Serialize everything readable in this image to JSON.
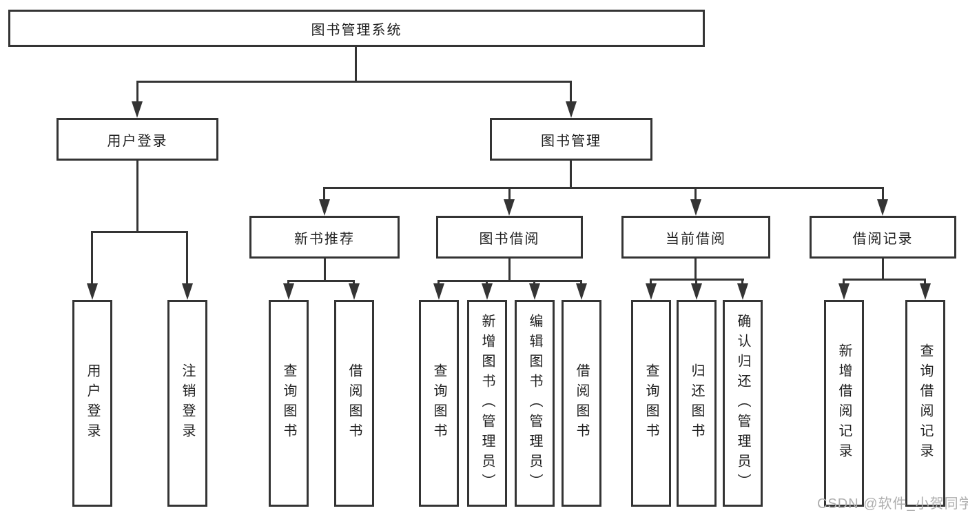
{
  "tree": {
    "root": {
      "label": "图书管理系统",
      "children": [
        {
          "label": "用户登录",
          "children": [
            {
              "label": "用户登录"
            },
            {
              "label": "注销登录"
            }
          ]
        },
        {
          "label": "图书管理",
          "children": [
            {
              "label": "新书推荐",
              "children": [
                {
                  "label": "查询图书"
                },
                {
                  "label": "借阅图书"
                }
              ]
            },
            {
              "label": "图书借阅",
              "children": [
                {
                  "label": "查询图书"
                },
                {
                  "label": "新增图书（管理员）"
                },
                {
                  "label": "编辑图书（管理员）"
                },
                {
                  "label": "借阅图书"
                }
              ]
            },
            {
              "label": "当前借阅",
              "children": [
                {
                  "label": "查询图书"
                },
                {
                  "label": "归还图书"
                },
                {
                  "label": "确认归还（管理员）"
                }
              ]
            },
            {
              "label": "借阅记录",
              "children": [
                {
                  "label": "新增借阅记录"
                },
                {
                  "label": "查询借阅记录"
                }
              ]
            }
          ]
        }
      ]
    }
  },
  "watermark": {
    "text": "CSDN @软件_小贺同学"
  },
  "colors": {
    "line": "#343434",
    "box_border": "#343434",
    "box_background": "#ffffff",
    "text": "#1f1f1f",
    "watermark": "#aeaeae",
    "page_background": "#ffffff"
  }
}
